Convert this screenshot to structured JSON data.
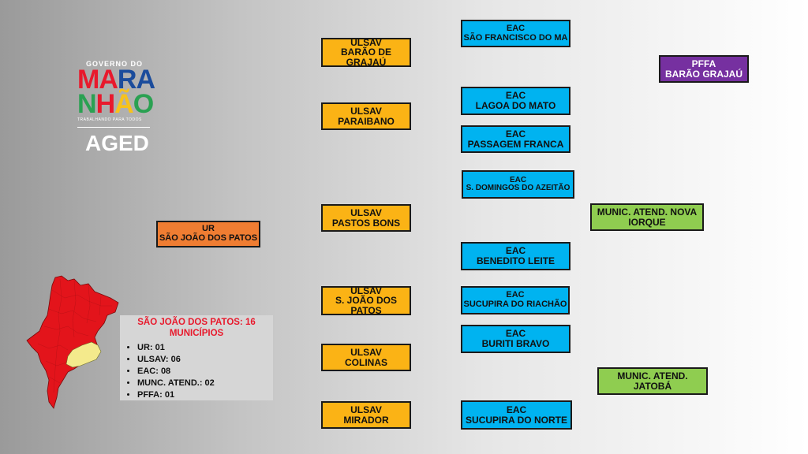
{
  "logo": {
    "governo": "GOVERNO DO",
    "line1": [
      "M",
      "A",
      "R",
      "A"
    ],
    "line2": [
      "N",
      "H",
      "Ã",
      "O"
    ],
    "tagline": "TRABALHANDO PARA TODOS",
    "agency": "AGED"
  },
  "ur": {
    "line1": "UR",
    "line2": "SÃO JOÃO DOS PATOS"
  },
  "ulsav": [
    {
      "line1": "ULSAV",
      "line2": "BARÃO DE",
      "line3": "GRAJAÚ"
    },
    {
      "line1": "ULSAV",
      "line2": "PARAIBANO"
    },
    {
      "line1": "ULSAV",
      "line2": "PASTOS BONS"
    },
    {
      "line1": "ULSAV",
      "line2": "S. JOÃO DOS",
      "line3": "PATOS"
    },
    {
      "line1": "ULSAV",
      "line2": "COLINAS"
    },
    {
      "line1": "ULSAV",
      "line2": "MIRADOR"
    }
  ],
  "eac": [
    {
      "line1": "EAC",
      "line2": "SÃO FRANCISCO DO MA"
    },
    {
      "line1": "EAC",
      "line2": "LAGOA DO MATO"
    },
    {
      "line1": "EAC",
      "line2": "PASSAGEM FRANCA"
    },
    {
      "line1": "EAC",
      "line2": "S. DOMINGOS DO AZEITÃO"
    },
    {
      "line1": "EAC",
      "line2": "BENEDITO LEITE"
    },
    {
      "line1": "EAC",
      "line2": "SUCUPIRA DO RIACHÃO"
    },
    {
      "line1": "EAC",
      "line2": "BURITI BRAVO"
    },
    {
      "line1": "EAC",
      "line2": "SUCUPIRA DO NORTE"
    }
  ],
  "pffa": {
    "line1": "PFFA",
    "line2": "BARÃO GRAJAÚ"
  },
  "munc": [
    {
      "line1": "MUNIC. ATEND. NOVA",
      "line2": "IORQUE"
    },
    {
      "line1": "MUNIC. ATEND.",
      "line2": "JATOBÁ"
    }
  ],
  "info": {
    "title": "SÃO JOÃO DOS PATOS: 16 MUNICÍPIOS",
    "items": [
      "UR: 01",
      "ULSAV: 06",
      "EAC: 08",
      "MUNC. ATEND.: 02",
      "PFFA: 01"
    ]
  },
  "colors": {
    "ur": "#ef7d32",
    "ulsav": "#fbb315",
    "eac": "#00b3f0",
    "munc": "#8fcd50",
    "pffa": "#7630a0",
    "map_state": "#e3141b",
    "map_region": "#f4ea8c"
  }
}
